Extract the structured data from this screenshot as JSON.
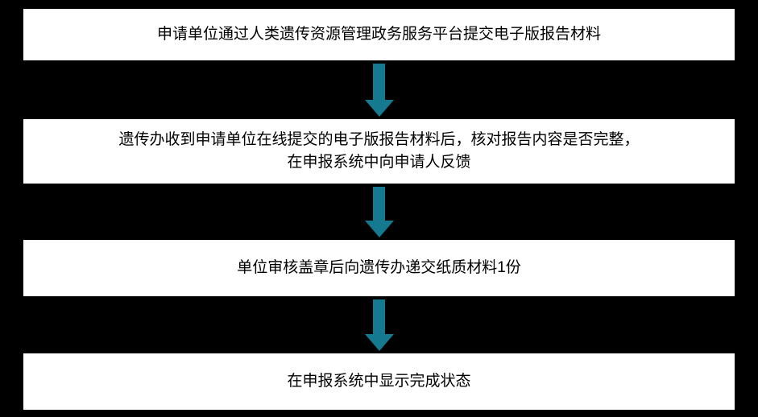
{
  "diagram": {
    "title": "report-submission-flowchart",
    "colors": {
      "background": "#000000",
      "box_fill": "#ffffff",
      "box_border": "#000000",
      "arrow": "#15798F",
      "text": "#000000"
    },
    "steps": [
      {
        "text": "申请单位通过人类遗传资源管理政务服务平台提交电子版报告材料"
      },
      {
        "text": "遗传办收到申请单位在线提交的电子版报告材料后，核对报告内容是否完整，\n在申报系统中向申请人反馈"
      },
      {
        "text": "单位审核盖章后向遗传办递交纸质材料1份"
      },
      {
        "text": "在申报系统中显示完成状态"
      }
    ]
  }
}
